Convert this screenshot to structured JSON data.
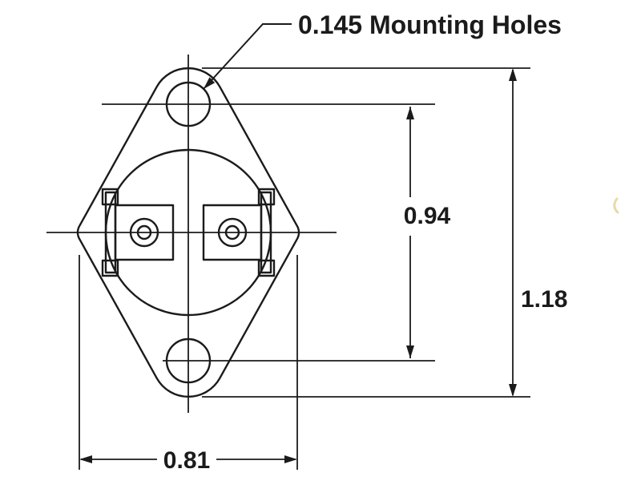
{
  "drawing": {
    "callout": "0.145 Mounting Holes",
    "dimensions": {
      "hole_spacing": "0.94",
      "overall_height": "1.18",
      "width": "0.81"
    }
  },
  "colors": {
    "line": "#1b1b1b",
    "background": "#ffffff",
    "artifact": "#ead9a8"
  }
}
